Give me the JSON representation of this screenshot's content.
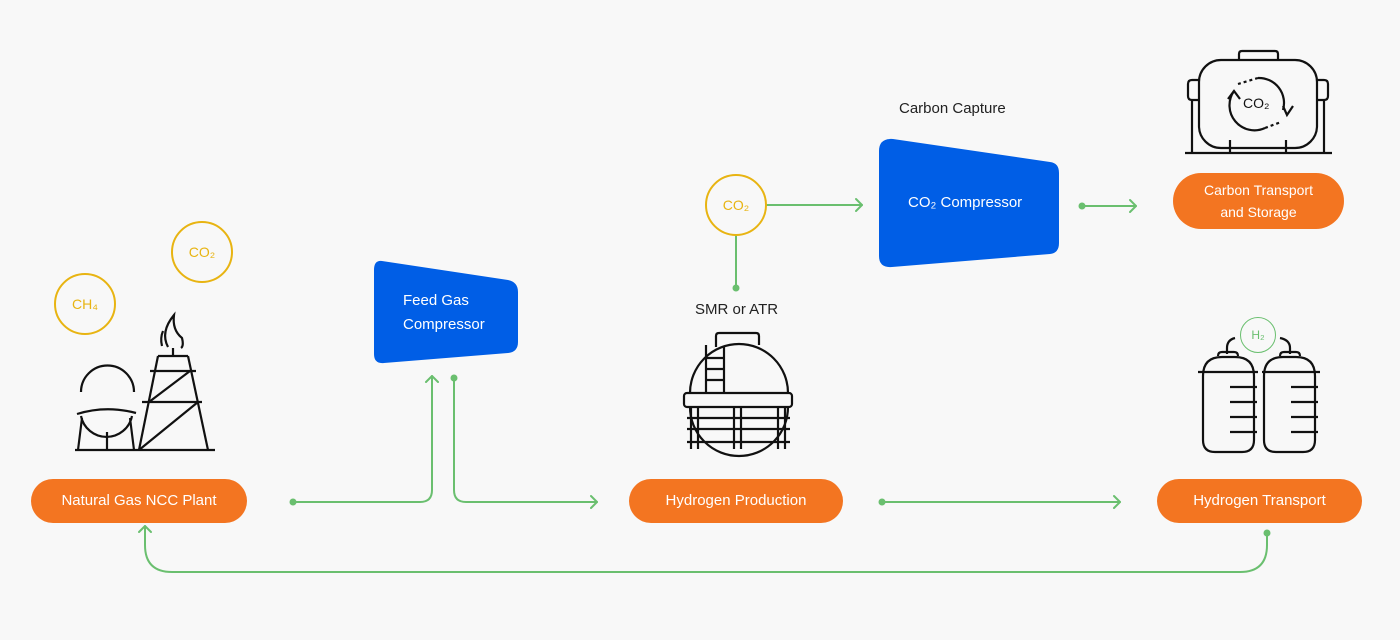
{
  "colors": {
    "background": "#f8f8f8",
    "node_orange": "#f37521",
    "compressor_blue": "#005ee6",
    "molecule_yellow": "#e8b412",
    "flow_green": "#6abf6f",
    "icon_stroke": "#111111"
  },
  "nodes": {
    "natural_gas_plant": "Natural Gas NCC Plant",
    "hydrogen_production": "Hydrogen Production",
    "hydrogen_transport": "Hydrogen Transport",
    "carbon_transport_line1": "Carbon Transport",
    "carbon_transport_line2": "and Storage"
  },
  "compressors": {
    "feed_gas_line1": "Feed Gas",
    "feed_gas_line2": "Compressor",
    "co2": "CO₂ Compressor"
  },
  "labels": {
    "carbon_capture": "Carbon Capture",
    "smr_atr": "SMR or ATR"
  },
  "molecules": {
    "ch4": "CH₄",
    "co2_plant": "CO₂",
    "co2_capture": "CO₂",
    "co2_storage": "CO₂",
    "h2": "H₂"
  },
  "icons": {
    "plant": "gas-plant-icon",
    "reactor": "reactor-tank-icon",
    "storage": "co2-storage-tank-icon",
    "h2_tanks": "hydrogen-tanks-icon"
  }
}
